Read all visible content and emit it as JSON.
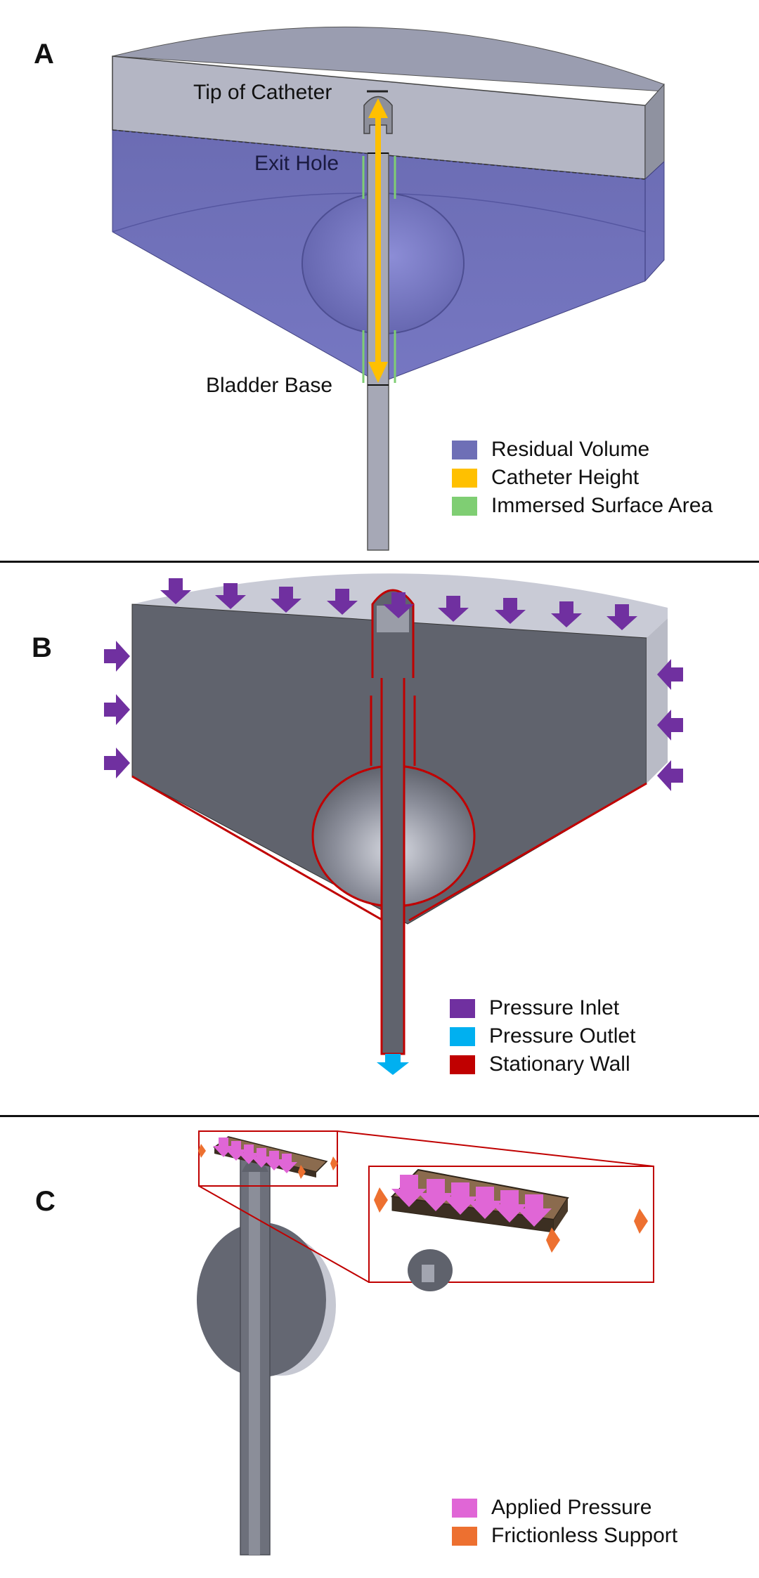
{
  "figure": {
    "panels": [
      {
        "id": "A",
        "label": "A",
        "callouts": [
          "Tip of Catheter",
          "Exit Hole",
          "Bladder Base"
        ],
        "legend": [
          {
            "label": "Residual Volume",
            "color": "#6e6fb6"
          },
          {
            "label": "Catheter Height",
            "color": "#ffc000"
          },
          {
            "label": "Immersed Surface Area",
            "color": "#7fce73"
          }
        ]
      },
      {
        "id": "B",
        "label": "B",
        "legend": [
          {
            "label": "Pressure Inlet",
            "color": "#7030a0"
          },
          {
            "label": "Pressure Outlet",
            "color": "#00b0f0"
          },
          {
            "label": "Stationary Wall",
            "color": "#c00000"
          }
        ]
      },
      {
        "id": "C",
        "label": "C",
        "legend": [
          {
            "label": "Applied Pressure",
            "color": "#e066d6"
          },
          {
            "label": "Frictionless Support",
            "color": "#ed7030"
          }
        ]
      }
    ]
  }
}
